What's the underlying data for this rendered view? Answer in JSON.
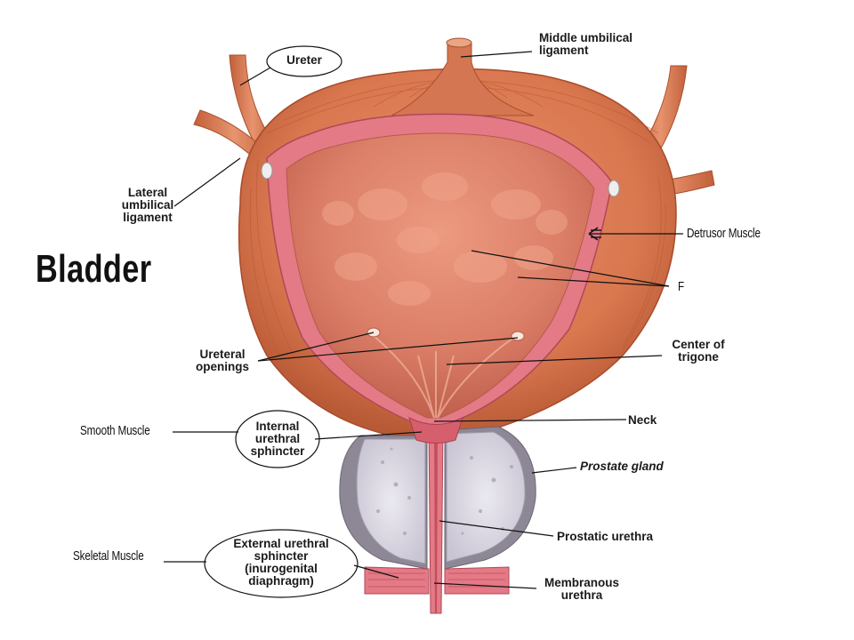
{
  "title": "Bladder",
  "labels": {
    "ureter": "Ureter",
    "middle_umbilical": "Middle umbilical\nligament",
    "lateral_umbilical": "Lateral\numbilical\nligament",
    "detrusor": "Detrusor Muscle",
    "f": "F",
    "ureteral_openings": "Ureteral\nopenings",
    "center_trigone": "Center of\ntrigone",
    "smooth_muscle": "Smooth Muscle",
    "internal_sphincter": "Internal\nurethral\nsphincter",
    "neck": "Neck",
    "prostate_gland": "Prostate gland",
    "skeletal_muscle": "Skeletal Muscle",
    "external_sphincter": "External urethral\nsphincter\n(inurogenital\ndiaphragm)",
    "prostatic_urethra": "Prostatic urethra",
    "membranous_urethra": "Membranous\nurethra"
  },
  "colors": {
    "muscle_outer": "#d9774f",
    "muscle_dark": "#b7522f",
    "wall_pink": "#e37a86",
    "lumen": "#e0806a",
    "lumen_dark": "#c85f4c",
    "prostate": "#dcdae4",
    "prostate_rim": "#b7b3c0"
  }
}
